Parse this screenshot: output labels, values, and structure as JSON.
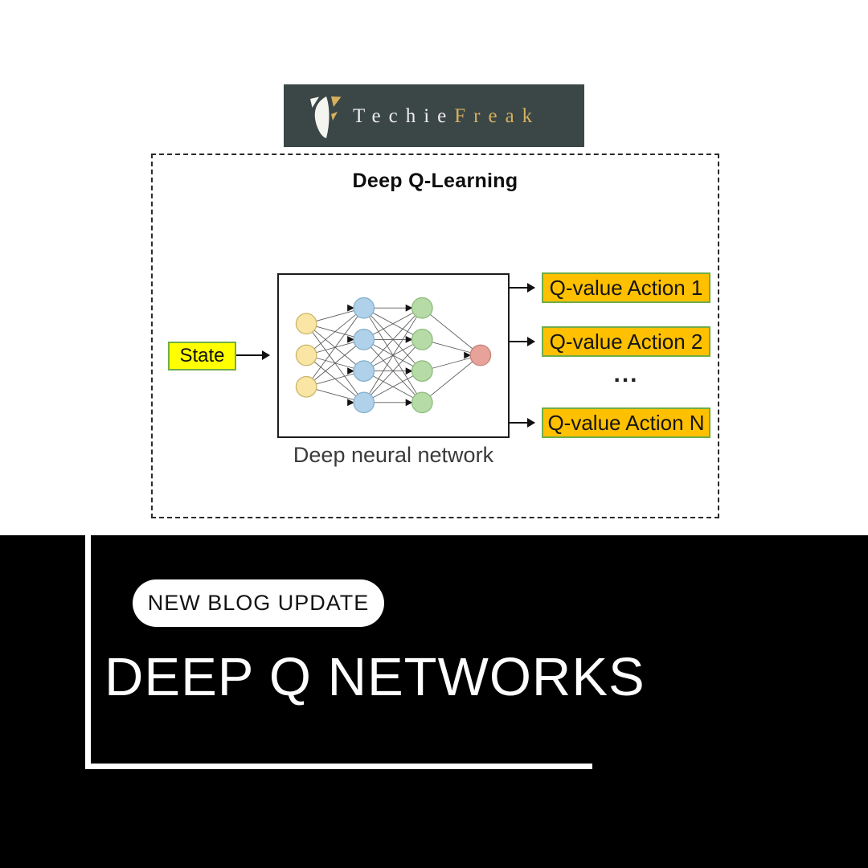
{
  "brand": {
    "name_primary": "Techie",
    "name_secondary": "Freak",
    "banner_bg": "#3B4647",
    "primary_color": "#EDEDEB",
    "secondary_color": "#D6B05C"
  },
  "diagram": {
    "title": "Deep Q-Learning",
    "input_label": "State",
    "network_caption": "Deep neural network",
    "outputs": [
      "Q-value Action 1",
      "Q-value Action 2",
      "Q-value Action N"
    ],
    "ellipsis": "...",
    "state_box": {
      "bg": "#FFFF00",
      "border": "#70AD47"
    },
    "output_box": {
      "bg": "#FFC000",
      "border": "#70AD47"
    },
    "network": {
      "edge_color": "#5c5c5c",
      "arrowhead_color": "#141414",
      "layers": [
        {
          "name": "input",
          "count": 3,
          "fill": "#F9E6A4",
          "stroke": "#CBB469"
        },
        {
          "name": "hidden1",
          "count": 4,
          "fill": "#AFD2EA",
          "stroke": "#85AECB"
        },
        {
          "name": "hidden2",
          "count": 4,
          "fill": "#B7DBA6",
          "stroke": "#8DBB7B"
        },
        {
          "name": "output",
          "count": 1,
          "fill": "#E7A29A",
          "stroke": "#C4837B"
        }
      ]
    }
  },
  "footer": {
    "badge": "NEW BLOG UPDATE",
    "title": "DEEP Q NETWORKS"
  }
}
